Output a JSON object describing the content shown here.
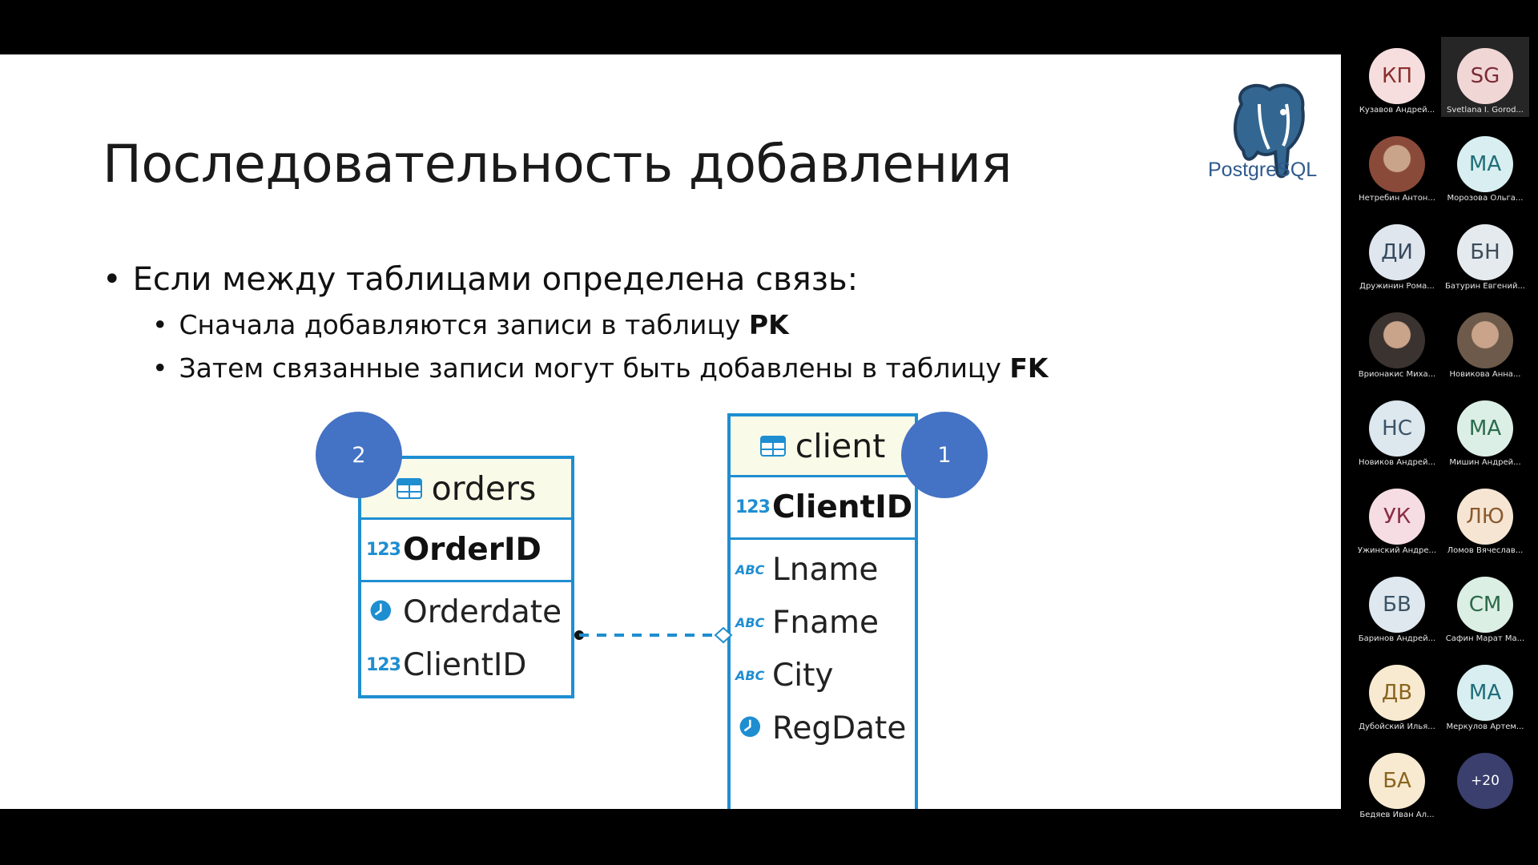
{
  "slide": {
    "title": "Последовательность добавления",
    "bullet_main": "Если между таблицами определена связь:",
    "sub1_text": "Сначала добавляются записи в таблицу ",
    "sub1_bold": "PK",
    "sub2_text": "Затем связанные записи могут быть добавлены в таблицу ",
    "sub2_bold": "FK",
    "logo_text": "PostgreSQL",
    "colors": {
      "table_border": "#1e8ed1",
      "header_bg": "#fafae8",
      "badge": "#4472c4"
    }
  },
  "diagram": {
    "orders": {
      "name": "orders",
      "badge": "2",
      "pk": {
        "icon": "123",
        "name": "OrderID"
      },
      "fields": [
        {
          "icon": "clock-icon",
          "name": "Orderdate"
        },
        {
          "icon": "123",
          "name": "ClientID"
        }
      ]
    },
    "client": {
      "name": "client",
      "badge": "1",
      "pk": {
        "icon": "123",
        "name": "ClientID"
      },
      "fields": [
        {
          "icon": "ABC",
          "name": "Lname"
        },
        {
          "icon": "ABC",
          "name": "Fname"
        },
        {
          "icon": "ABC",
          "name": "City"
        },
        {
          "icon": "clock-icon",
          "name": "RegDate"
        }
      ]
    }
  },
  "participants": [
    {
      "initials": "КП",
      "name": "Кузавов Андрей...",
      "bg": "#f6dede",
      "fg": "#8b2e2e"
    },
    {
      "initials": "SG",
      "name": "Svetlana I. Gorod...",
      "bg": "#f1d6d6",
      "fg": "#7b2b36",
      "active": true
    },
    {
      "initials": "",
      "name": "Нетребин Антон...",
      "photo": true,
      "bg": "#8a4a3a"
    },
    {
      "initials": "МА",
      "name": "Морозова Ольга...",
      "bg": "#d8eef0",
      "fg": "#1f6e78"
    },
    {
      "initials": "ДИ",
      "name": "Дружинин Рома...",
      "bg": "#dfe6ee",
      "fg": "#374a5e"
    },
    {
      "initials": "БН",
      "name": "Батурин Евгений...",
      "bg": "#e4eaee",
      "fg": "#3c4b58"
    },
    {
      "initials": "",
      "name": "Врионакис Миха...",
      "photo": true,
      "bg": "#3b3330"
    },
    {
      "initials": "",
      "name": "Новикова Анна...",
      "photo": true,
      "bg": "#6d5a4a"
    },
    {
      "initials": "НС",
      "name": "Новиков Андрей...",
      "bg": "#dde7ee",
      "fg": "#3b5366"
    },
    {
      "initials": "МА",
      "name": "Мишин Андрей...",
      "bg": "#dcefe6",
      "fg": "#2b6b4b"
    },
    {
      "initials": "УК",
      "name": "Ужинский Андре...",
      "bg": "#f6dde3",
      "fg": "#8a2c42"
    },
    {
      "initials": "ЛЮ",
      "name": "Ломов Вячеслав...",
      "bg": "#f7e5d4",
      "fg": "#8a5a2c"
    },
    {
      "initials": "БВ",
      "name": "Баринов Андрей...",
      "bg": "#dee8ee",
      "fg": "#3c5466"
    },
    {
      "initials": "СМ",
      "name": "Сафин Марат Ма...",
      "bg": "#dcefe4",
      "fg": "#2b6a48"
    },
    {
      "initials": "ДВ",
      "name": "Дубойский Илья...",
      "bg": "#f7ead0",
      "fg": "#8a6420"
    },
    {
      "initials": "МА",
      "name": "Меркулов Артем...",
      "bg": "#d8eef0",
      "fg": "#1f6e78"
    },
    {
      "initials": "БА",
      "name": "Бедяев Иван Ал...",
      "bg": "#f7ead0",
      "fg": "#8a6420"
    },
    {
      "initials": "+20",
      "name": "",
      "more": true
    }
  ]
}
